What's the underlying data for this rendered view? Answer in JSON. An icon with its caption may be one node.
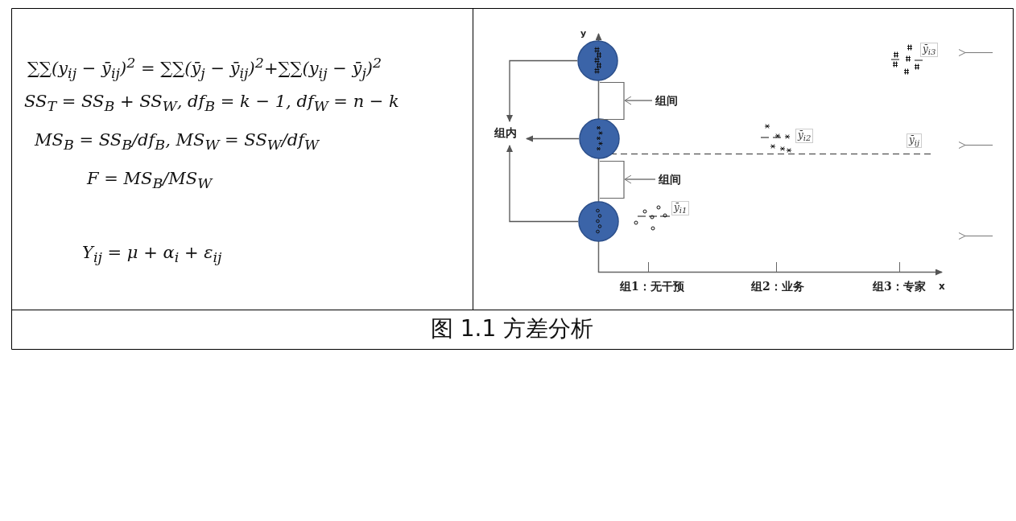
{
  "diagram": {
    "caption": "图 1.1 方差分析",
    "nodes": [
      {
        "text": [],
        "shape": "circle"
      },
      {
        "text": [],
        "shape": "circle"
      },
      {
        "text": [],
        "shape": "circle"
      },
      {
        "text": [
          "组内"
        ]
      },
      {
        "text": [],
        "shape": "bracket"
      },
      {
        "text": [
          "组间"
        ]
      },
      {
        "text": [],
        "shape": "bracket"
      },
      {
        "text": [
          "组间"
        ]
      }
    ],
    "edges": [
      {
        "from": 0,
        "to": 3,
        "arrow": "to"
      },
      {
        "from": 1,
        "to": 3,
        "arrow": "to"
      },
      {
        "from": 2,
        "to": 3,
        "arrow": "to"
      },
      {
        "from": 5,
        "to": 4,
        "arrow": "to"
      },
      {
        "from": 7,
        "to": 6,
        "arrow": "to"
      }
    ],
    "labels": [
      "∑∑(y$_{ij}$ − ȳ$_{ij}$)$^{2}$ = ∑∑(ȳ$_{j}$ − ȳ$_{ij}$)$^{2}$+∑∑(y$_{ij}$ − ȳ$_{j}$)$^{2}$",
      "SS$_{T}$ = SS$_{B}$ + SS$_{W}$, df$_{B}$ = k − 1, df$_{W}$ = n − k",
      "MS$_{B}$ = SS$_{B}$/df$_{B}$, MS$_{W}$ = SS$_{W}$/df$_{W}$",
      "F = MS$_{B}$/MS$_{W}$",
      "Y$_{ij}$ = μ + α$_{i}$ + ε$_{ij}$",
      "y",
      "ȳ$_{i3}$",
      "ȳ$_{i2}$",
      "ȳ$_{ij}$",
      "ȳ$_{i1}$",
      "组1：无干预",
      "组2：业务",
      "组3：专家",
      "x"
    ]
  }
}
